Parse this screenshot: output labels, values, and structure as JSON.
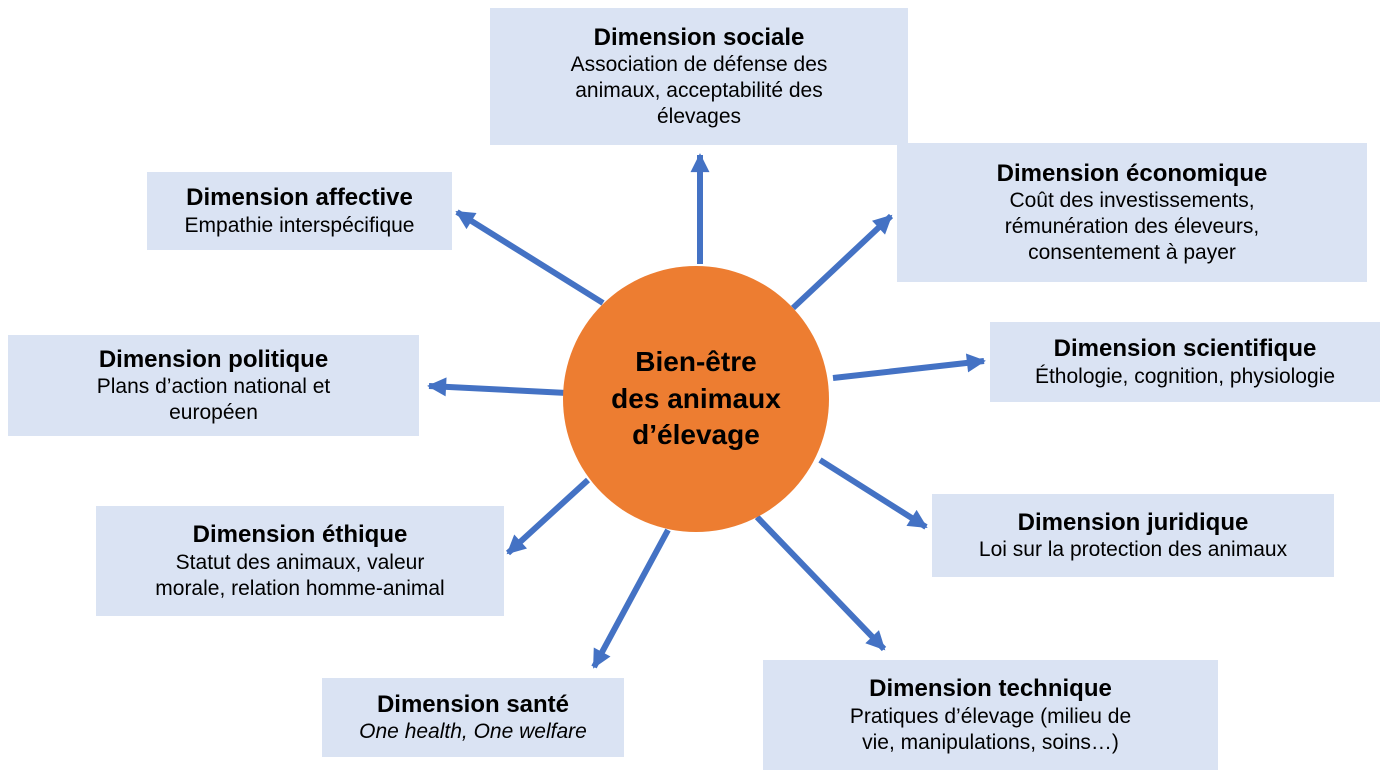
{
  "diagram": {
    "center": {
      "label": "Bien-être\ndes animaux\nd’élevage"
    },
    "nodes": [
      {
        "id": "sociale",
        "title": "Dimension sociale",
        "subtitle": "Association de défense des animaux, acceptabilité des élevages"
      },
      {
        "id": "economique",
        "title": "Dimension économique",
        "subtitle": "Coût des investissements, rémunération des éleveurs, consentement à payer"
      },
      {
        "id": "scientifique",
        "title": "Dimension scientifique",
        "subtitle": "Éthologie, cognition, physiologie"
      },
      {
        "id": "juridique",
        "title": "Dimension juridique",
        "subtitle": "Loi sur la protection des animaux"
      },
      {
        "id": "technique",
        "title": "Dimension technique",
        "subtitle": "Pratiques d’élevage (milieu de vie, manipulations, soins…)"
      },
      {
        "id": "sante",
        "title": "Dimension santé",
        "subtitle": "One health, One welfare"
      },
      {
        "id": "ethique",
        "title": "Dimension éthique",
        "subtitle": "Statut des animaux, valeur morale, relation homme-animal"
      },
      {
        "id": "politique",
        "title": "Dimension politique",
        "subtitle": "Plans d’action national et européen"
      },
      {
        "id": "affective",
        "title": "Dimension affective",
        "subtitle": "Empathie interspécifique"
      }
    ],
    "colors": {
      "center_fill": "#ED7D31",
      "arrow": "#4472C4",
      "node_fill": "#DAE3F3",
      "text": "#000000"
    }
  }
}
